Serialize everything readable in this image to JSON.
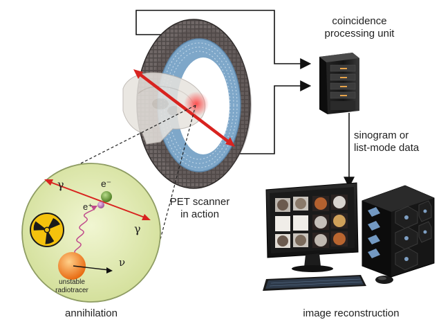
{
  "labels": {
    "coincidence_line1": "coincidence",
    "coincidence_line2": "processing unit",
    "sinogram_line1": "sinogram or",
    "sinogram_line2": "list-mode data",
    "pet_line1": "PET scanner",
    "pet_line2": "in action",
    "annihilation": "annihilation",
    "image_reconstruction": "image reconstruction",
    "unstable_line1": "unstable",
    "unstable_line2": "radiotracer",
    "gamma": "γ",
    "electron": "e⁻",
    "positron": "e⁺",
    "neutrino": "ν"
  },
  "colors": {
    "ring_outer": "#4a4443",
    "ring_inner": "#8fb4d3",
    "beam": "#d8231f",
    "circle_fill": "#dfe9b3",
    "circle_edge": "#9aa86b",
    "radiotracer": "#f07d24",
    "electron": "#6e9a3c",
    "positron": "#b56fb0"
  },
  "icons": {
    "radiation": "radiation-hazard-icon",
    "server": "server-tower-icon",
    "monitor": "computer-monitor-icon",
    "keyboard": "keyboard-icon",
    "mouse": "mouse-icon",
    "workstation": "workstation-tower-icon"
  }
}
